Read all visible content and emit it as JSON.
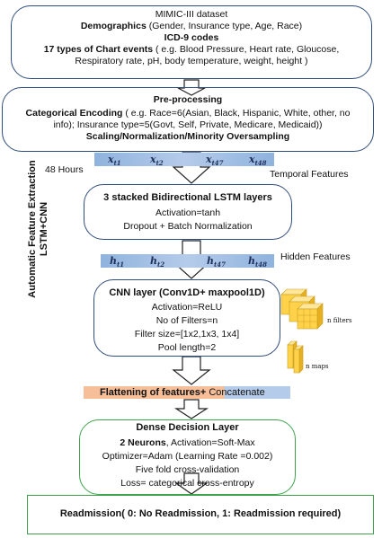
{
  "dataset": {
    "title": "MIMIC-III dataset",
    "demographics_label": "Demographics",
    "demographics_detail": "(Gender, Insurance type, Age, Race)",
    "icd": "ICD-9 codes",
    "chart_events_label": "17 types of Chart events",
    "chart_events_line1": "( e.g. Blood Pressure, Heart rate, Gloucose,",
    "chart_events_line2": "Respiratory rate, pH, body temperature, weight, height )"
  },
  "preprocessing": {
    "title": "Pre-processing",
    "cat_label": "Categorical Encoding",
    "cat_line1": "( e.g. Race=6(Asian, Black, Hispanic, White, other, no",
    "cat_line2": "info); Insurance type=5(Govt, Self, Private, Medicare, Medicaid))",
    "scaling": "Scaling/Normalization/Minority Oversampling"
  },
  "temporal": {
    "hours": "48 Hours",
    "label": "Temporal Features",
    "symbols": [
      {
        "base": "x",
        "sub": "t1"
      },
      {
        "base": "x",
        "sub": "t2"
      },
      {
        "base": "x",
        "sub": "t47"
      },
      {
        "base": "x",
        "sub": "t48"
      }
    ]
  },
  "lstm": {
    "title": "3 stacked Bidirectional LSTM layers",
    "activation": "Activation=tanh",
    "dropout": "Dropout + Batch Normalization"
  },
  "hidden": {
    "label": "Hidden Features",
    "symbols": [
      {
        "base": "h",
        "sub": "t1"
      },
      {
        "base": "h",
        "sub": "t2"
      },
      {
        "base": "h",
        "sub": "t47"
      },
      {
        "base": "h",
        "sub": "t48"
      }
    ]
  },
  "side_label": {
    "line1": "Automatic Feature Extraction",
    "line2": "LSTM+CNN"
  },
  "cnn": {
    "title": "CNN layer  (Conv1D+ maxpool1D)",
    "activation": "Activation=ReLU",
    "filters": "No of Filters=n",
    "filter_size": "Filter size=[1x2,1x3, 1x4]",
    "pool": "Pool length=2",
    "filters_label": "n filters",
    "maps_label": "n maps"
  },
  "flatten": {
    "part1": "Flattening of features+",
    "part2": " Concatenate"
  },
  "dense": {
    "title": "Dense Decision Layer",
    "neurons_bold": "2  Neurons",
    "neurons_rest": ", Activation=Soft-Max",
    "optimizer": "Optimizer=Adam (Learning Rate =0.002)",
    "cv": "Five fold cross-validation",
    "loss": "Loss= categorical cross-entropy"
  },
  "output": {
    "text": "Readmission( 0: No Readmission, 1: Readmission required)"
  },
  "colors": {
    "box_border": "#2f4d7a",
    "green_border": "#3fa34d",
    "band_blue": "#8fb3dd",
    "flatten_orange": "#f6bf9a",
    "cube_yellow": "#ffd24a"
  }
}
